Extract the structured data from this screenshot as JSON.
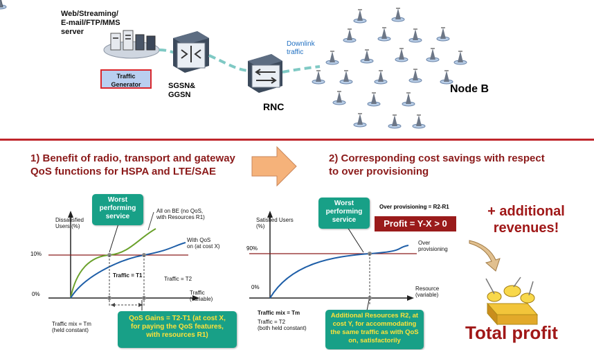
{
  "top": {
    "server_label": "Web/Streaming/\nE-mail/FTP/MMS\nserver",
    "traffic_generator": "Traffic\nGenerator",
    "sgsn_label": "SGSN&\nGGSN",
    "rnc_label": "RNC",
    "downlink_label": "Downlink\ntraffic",
    "nodeb_label": "Node B"
  },
  "section1": {
    "heading": "1) Benefit of radio, transport and gateway QoS functions for HSPA and LTE/SAE",
    "worst_callout": "Worst\nperforming\nservice",
    "y_axis_label": "Dissatisfied\nUsers (%)",
    "tick_10": "10%",
    "tick_0": "0%",
    "curve_be_label": "All on BE (no QoS,\nwith Resources R1)",
    "curve_qos_label": "With QoS\non (at cost X)",
    "t1_label": "Traffic = T1",
    "t2_label": "Traffic = T2",
    "x_axis_label": "Traffic\n(variable)",
    "mix_label": "Traffic mix = Tm\n(held constant)",
    "gains_callout": "QoS Gains = T2-T1 (at cost X,\nfor paying the QoS features,\nwith resources R1)"
  },
  "section2": {
    "heading": "2) Corresponding cost savings with respect to over provisioning",
    "worst_callout": "Worst\nperforming\nservice",
    "y_axis_label": "Satisfied Users\n(%)",
    "tick_90": "90%",
    "tick_0": "0%",
    "over_prov_formula": "Over provisioning = R2-R1",
    "profit_formula": "Profit = Y-X > 0",
    "curve_label": "Over\nprovisioning",
    "x_axis_label": "Resource\n(variable)",
    "mix_label": "Traffic mix = Tm",
    "traffic_label": "Traffic = T2\n(both held constant)",
    "resources_callout": "Additional Resources R2, at\ncost Y, for accommodating\nthe same traffic as with QoS\non, satisfactorily"
  },
  "right": {
    "additional_revenues": "+ additional\nrevenues!",
    "total_profit": "Total profit"
  },
  "colors": {
    "accent_red": "#c0262c",
    "heading_red": "#8b1a1a",
    "callout_teal": "#18a087",
    "curve_blue": "#1f5fa8",
    "curve_green": "#6aa12b",
    "arrow_orange": "#f5b27a"
  }
}
